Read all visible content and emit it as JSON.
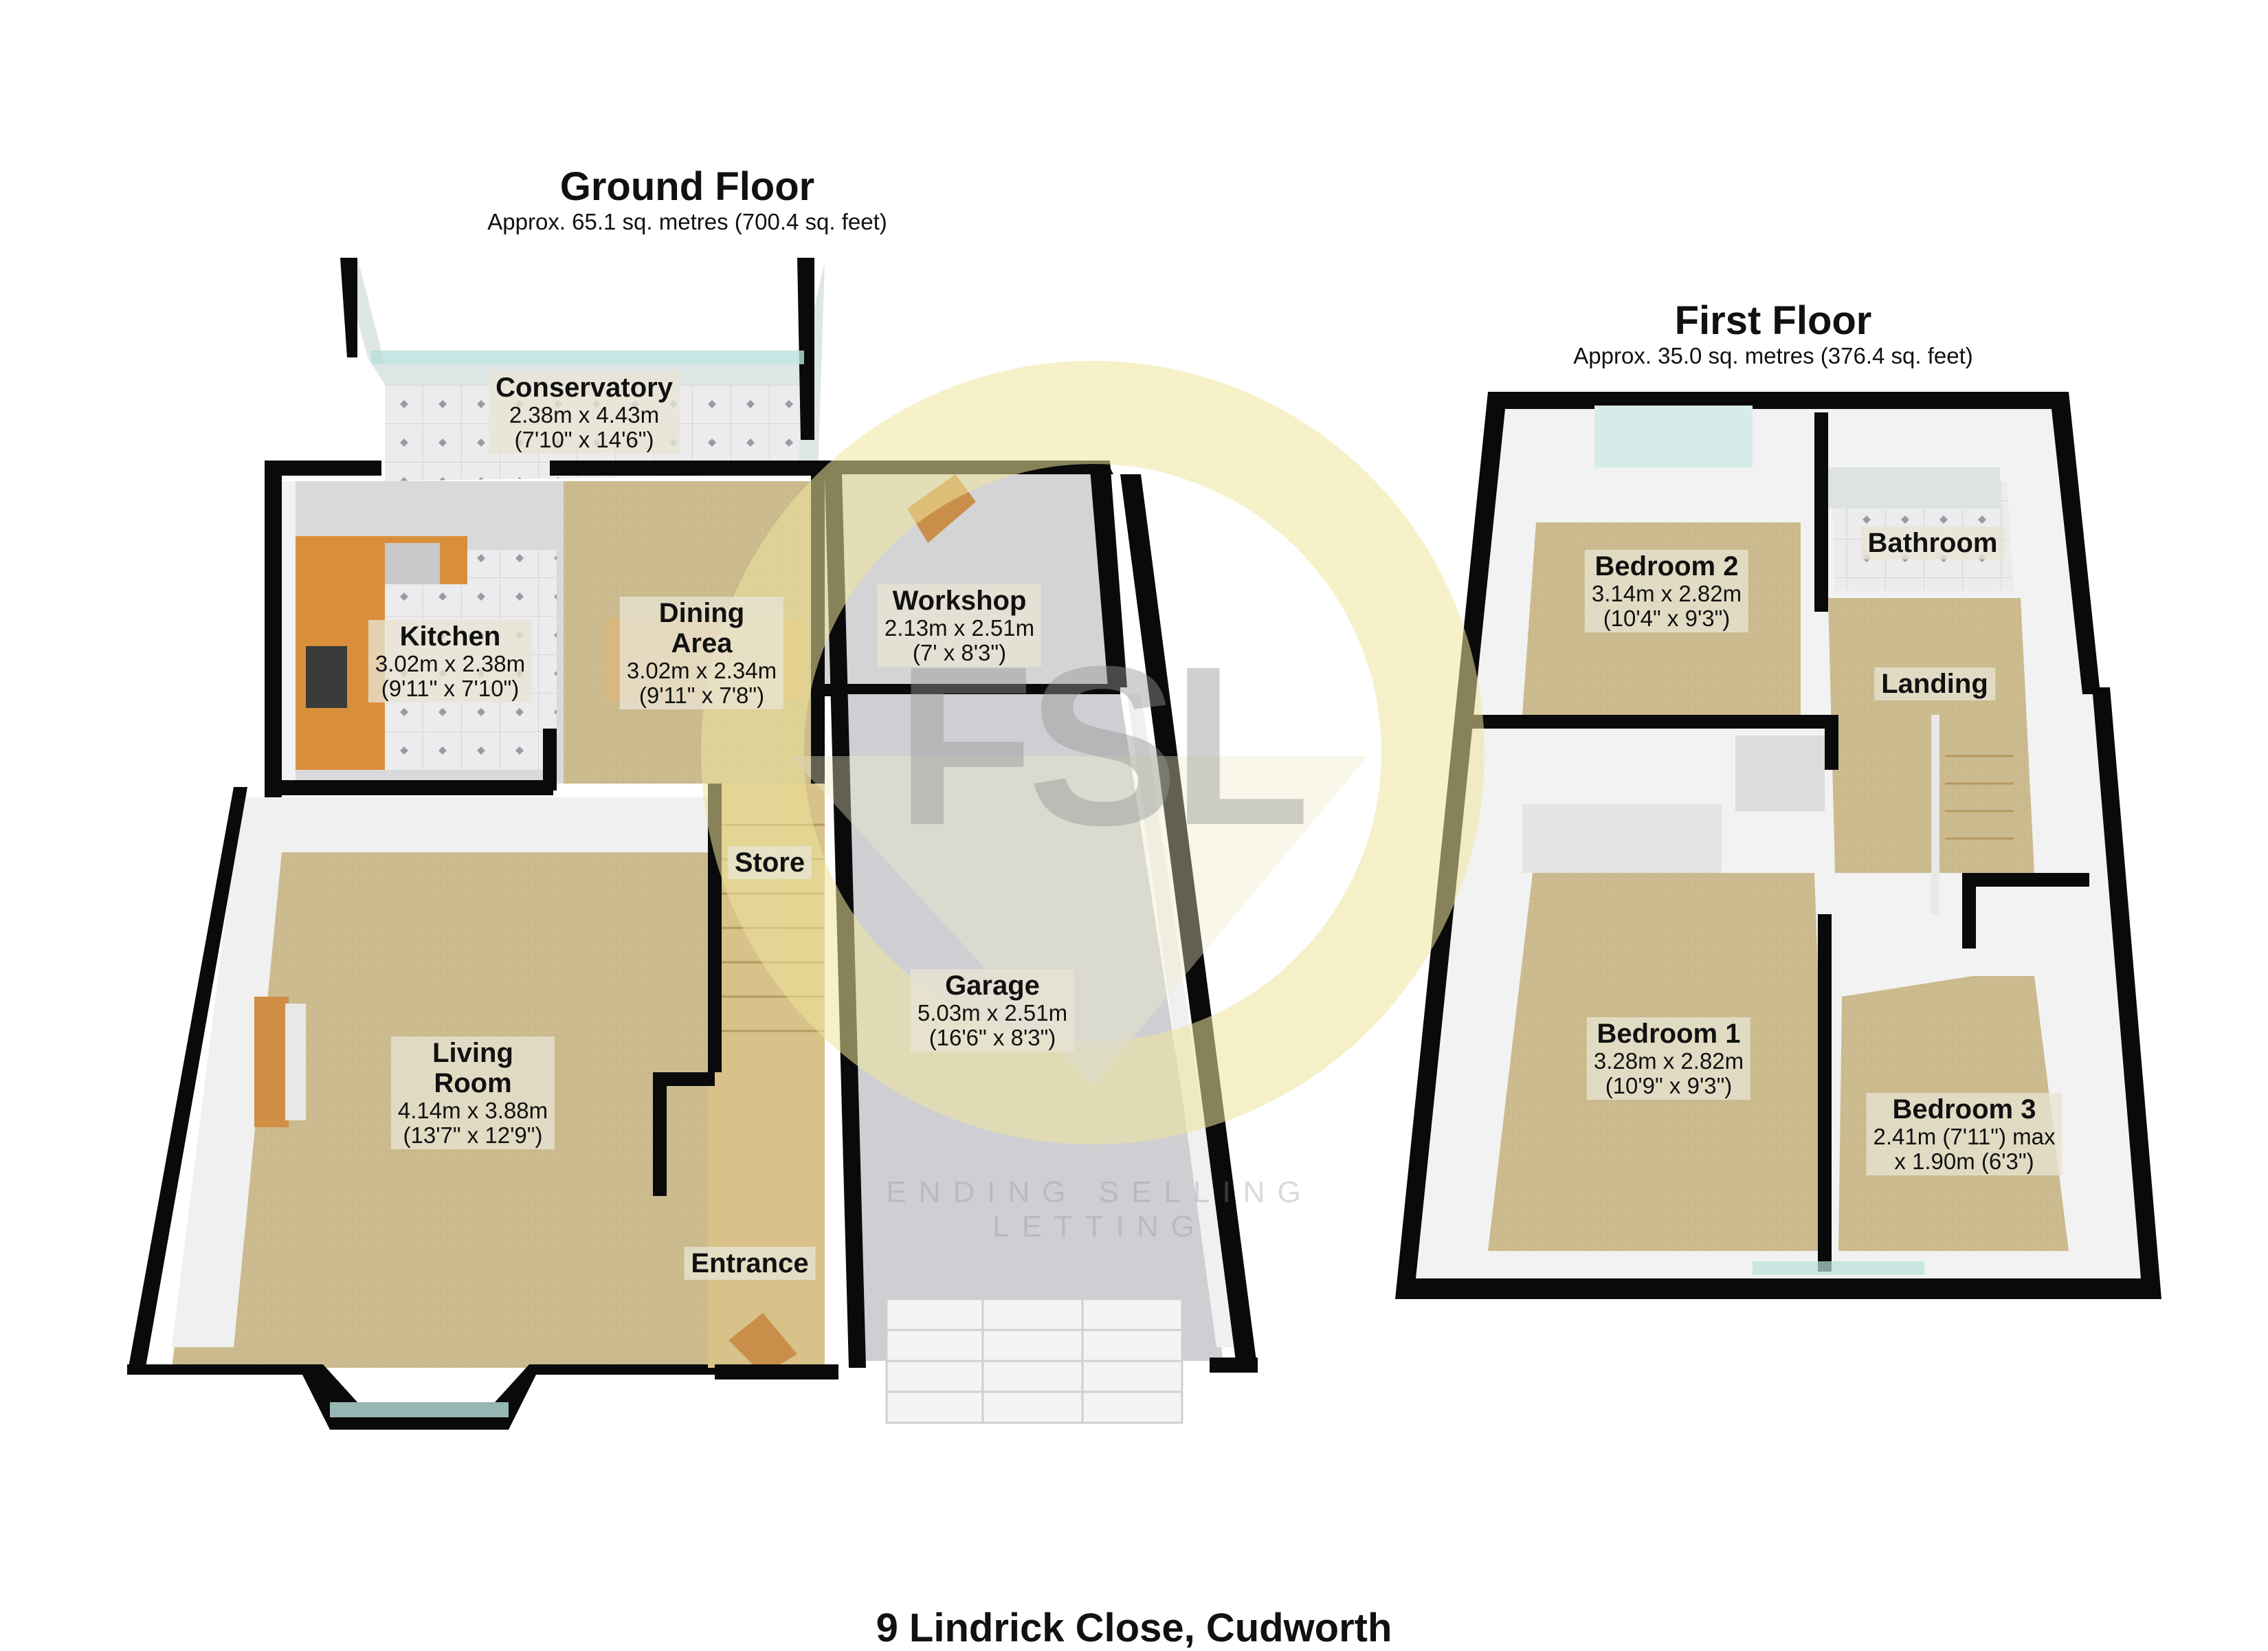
{
  "ground_floor": {
    "title": "Ground Floor",
    "area": "Approx. 65.1 sq. metres (700.4 sq. feet)",
    "rooms": [
      {
        "name": "Conservatory",
        "size_metric": "2.38m x 4.43m",
        "size_imperial": "(7'10\" x 14'6\")"
      },
      {
        "name": "Kitchen",
        "size_metric": "3.02m x 2.38m",
        "size_imperial": "(9'11\" x 7'10\")"
      },
      {
        "name": "Dining Area",
        "size_metric": "3.02m x 2.34m",
        "size_imperial": "(9'11\" x 7'8\")"
      },
      {
        "name": "Workshop",
        "size_metric": "2.13m x 2.51m",
        "size_imperial": "(7' x 8'3\")"
      },
      {
        "name": "Store"
      },
      {
        "name": "Garage",
        "size_metric": "5.03m x 2.51m",
        "size_imperial": "(16'6\" x 8'3\")"
      },
      {
        "name": "Living Room",
        "size_metric": "4.14m x 3.88m",
        "size_imperial": "(13'7\" x 12'9\")"
      },
      {
        "name": "Entrance"
      }
    ]
  },
  "first_floor": {
    "title": "First Floor",
    "area": "Approx. 35.0 sq. metres (376.4 sq. feet)",
    "rooms": [
      {
        "name": "Bedroom 2",
        "size_metric": "3.14m x 2.82m",
        "size_imperial": "(10'4\" x 9'3\")"
      },
      {
        "name": "Bathroom"
      },
      {
        "name": "Landing"
      },
      {
        "name": "Bedroom 1",
        "size_metric": "3.28m x 2.82m",
        "size_imperial": "(10'9\" x 9'3\")"
      },
      {
        "name": "Bedroom 3",
        "size_metric": "2.41m (7'11\") max",
        "size_imperial": "x 1.90m (6'3\")"
      }
    ]
  },
  "watermark": {
    "letters": "FSL",
    "ring_text": "ENDING SELLING LETTING"
  },
  "address": "9 Lindrick Close, Cudworth",
  "colors": {
    "wall": "#0a0a0a",
    "carpet": "#cbbb8e",
    "floor_grey": "#d2d2d4",
    "kitchen_counter": "#d98f3a",
    "tile": "#e8e8ea",
    "watermark": "#f1e9a8"
  }
}
